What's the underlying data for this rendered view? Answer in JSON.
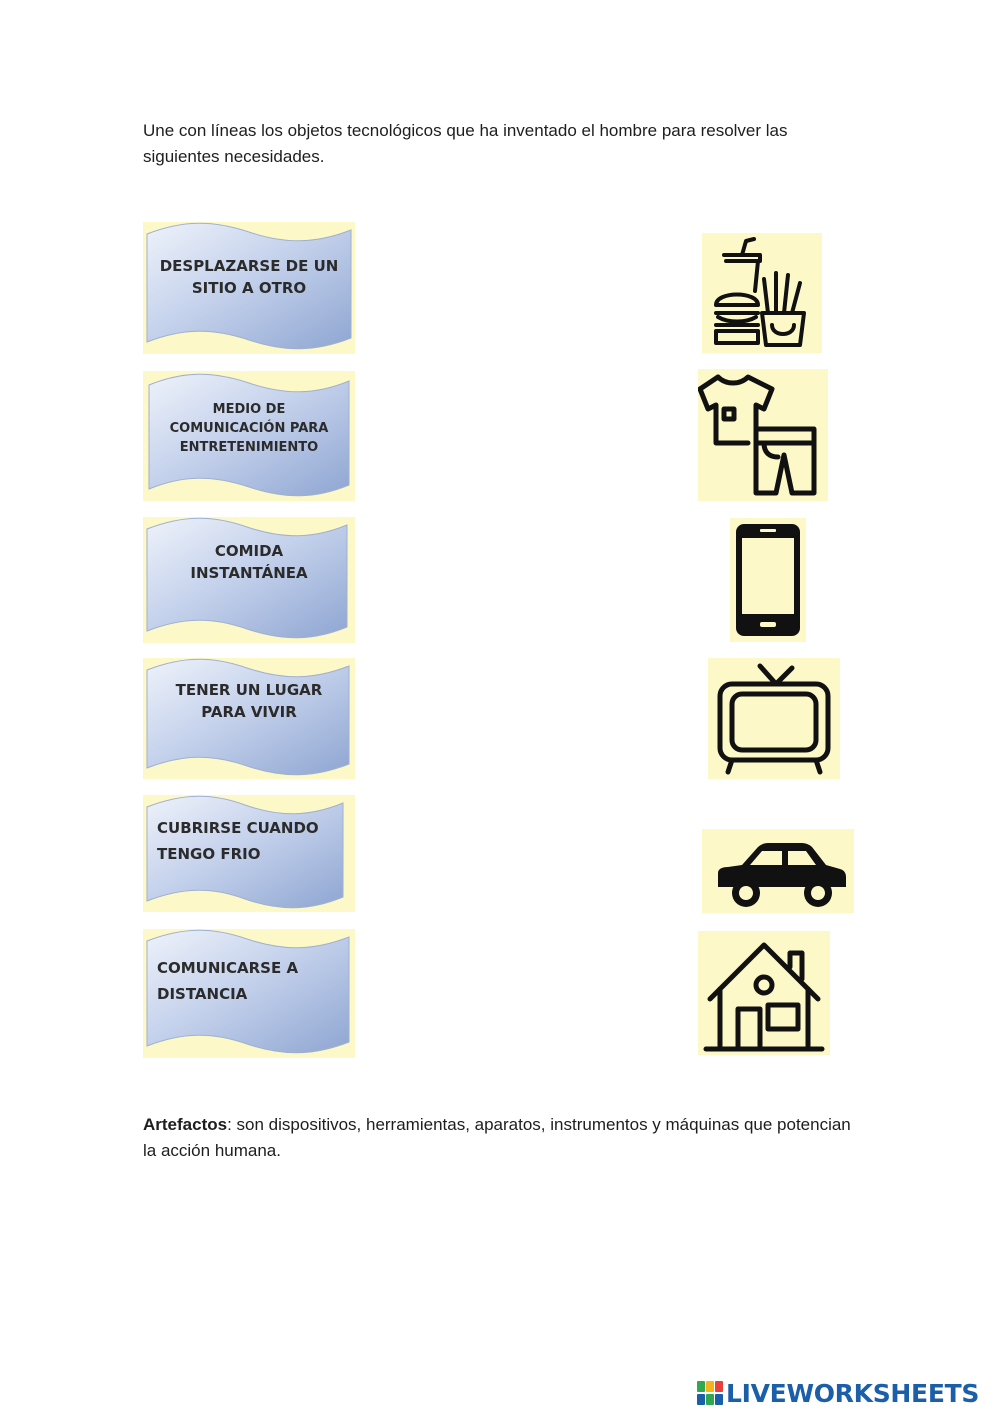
{
  "instructions": "Une con líneas los objetos tecnológicos que ha inventado el hombre para resolver las siguientes necesidades.",
  "needs": [
    {
      "line1": "DESPLAZARSE DE UN",
      "line2": "SITIO A OTRO",
      "line3": ""
    },
    {
      "line1": "MEDIO DE",
      "line2": "COMUNICACIÓN PARA",
      "line3": "ENTRETENIMIENTO"
    },
    {
      "line1": "COMIDA",
      "line2": "INSTANTÁNEA",
      "line3": ""
    },
    {
      "line1": "TENER UN LUGAR",
      "line2": "PARA VIVIR",
      "line3": ""
    },
    {
      "line1": "CUBRIRSE CUANDO",
      "line2": "TENGO FRIO",
      "line3": ""
    },
    {
      "line1": "COMUNICARSE A",
      "line2": "DISTANCIA",
      "line3": ""
    }
  ],
  "icons": [
    "fast-food-icon",
    "clothes-icon",
    "smartphone-icon",
    "television-icon",
    "car-icon",
    "house-icon"
  ],
  "footnote": {
    "term": "Artefactos",
    "definition": ": son dispositivos, herramientas, aparatos, instrumentos y máquinas que potencian la acción humana."
  },
  "brand": "LIVEWORKSHEETS",
  "colors": {
    "label_background": "#fdf8c8",
    "label_gradient_light": "#e9eef8",
    "label_gradient_dark": "#98aed6",
    "brand_blue": "#1b5fa8"
  }
}
